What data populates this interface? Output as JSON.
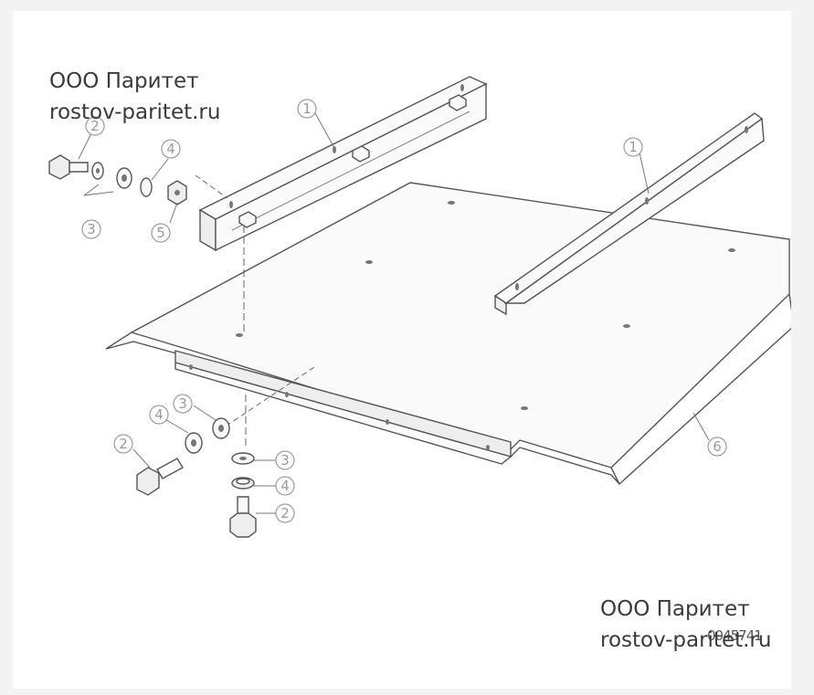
{
  "watermark_top": {
    "line1": "ООО Паритет",
    "line2": "rostov-paritet.ru"
  },
  "watermark_bottom": {
    "line1": "ООО Паритет",
    "line2": "rostov-paritet.ru"
  },
  "figure_code": "0045741",
  "callouts": {
    "c1a": "1",
    "c1b": "1",
    "c2a": "2",
    "c3a": "3",
    "c4a": "4",
    "c5a": "5",
    "c2b": "2",
    "c4b": "4",
    "c3b": "3",
    "c3c": "3",
    "c4c": "4",
    "c2c": "2",
    "c6": "6"
  }
}
